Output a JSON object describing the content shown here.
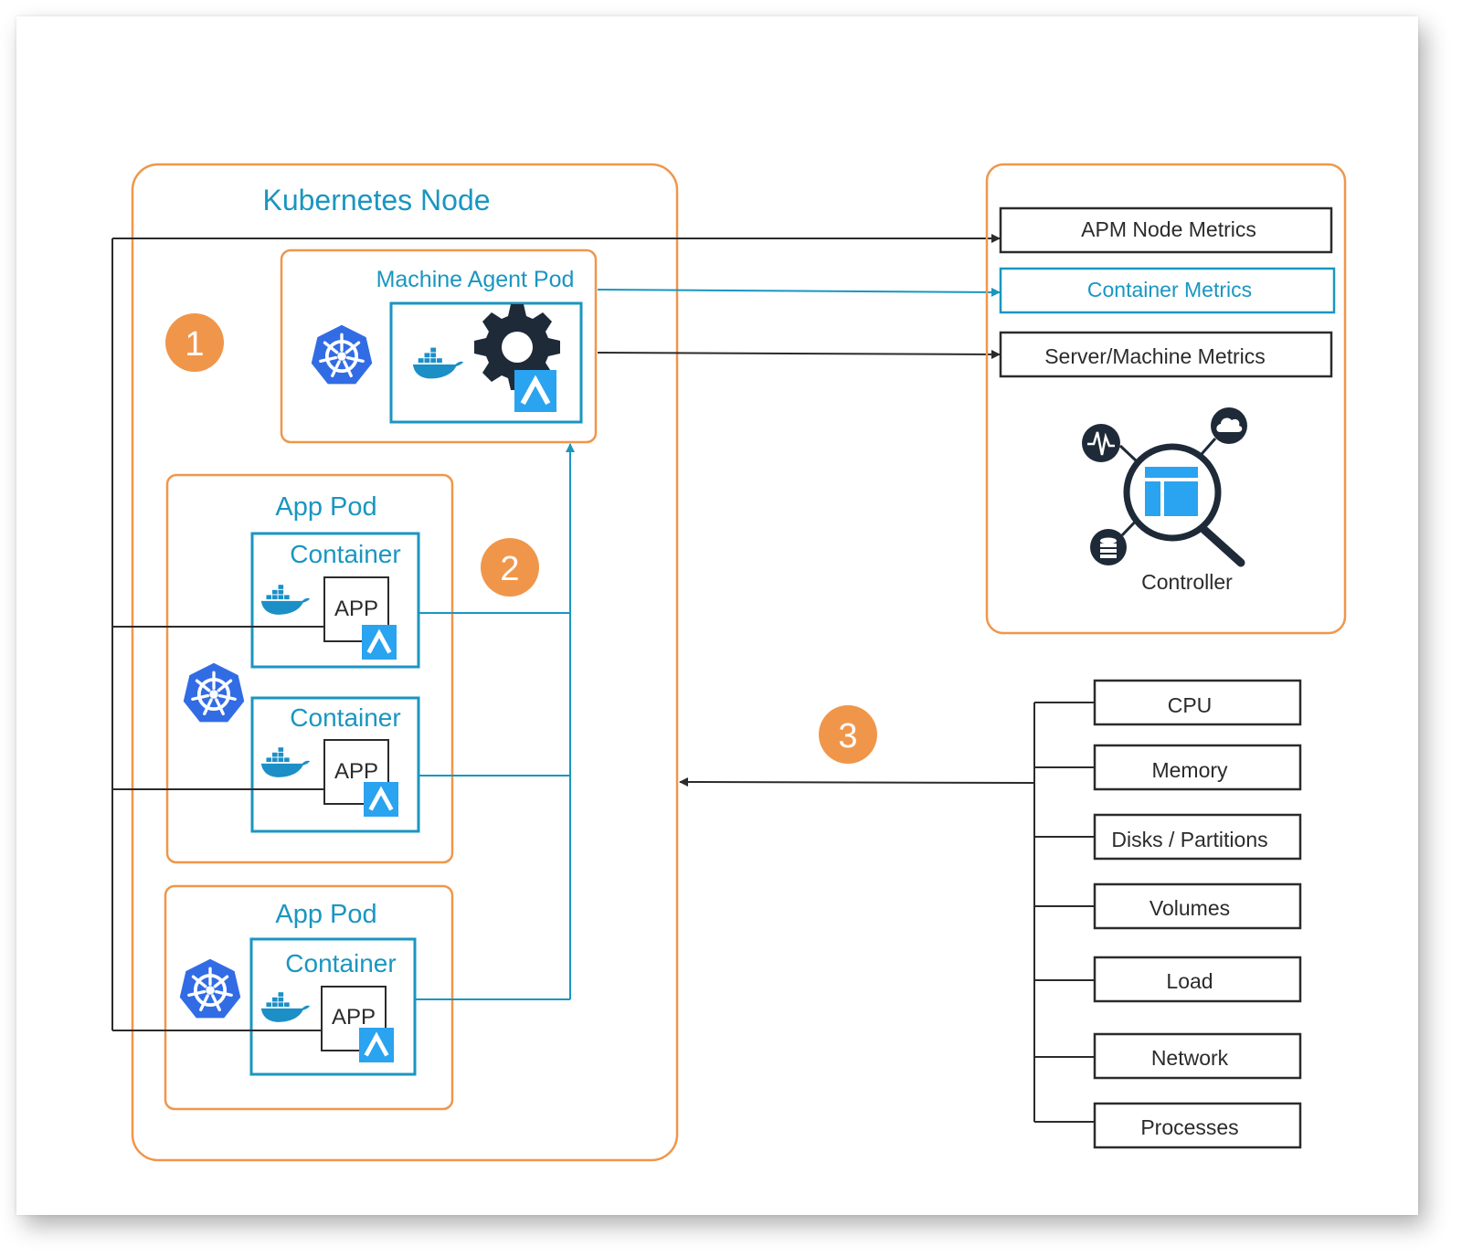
{
  "node": {
    "title": "Kubernetes Node"
  },
  "agent_pod": {
    "title": "Machine Agent Pod"
  },
  "app_pods": [
    {
      "title": "App Pod",
      "containers": [
        {
          "title": "Container",
          "app": "APP"
        },
        {
          "title": "Container",
          "app": "APP"
        }
      ]
    },
    {
      "title": "App Pod",
      "containers": [
        {
          "title": "Container",
          "app": "APP"
        }
      ]
    }
  ],
  "steps": [
    "1",
    "2",
    "3"
  ],
  "metrics": {
    "apm_node": "APM Node Metrics",
    "container": "Container Metrics",
    "server": "Server/Machine Metrics"
  },
  "controller": {
    "label": "Controller"
  },
  "resources": [
    "CPU",
    "Memory",
    "Disks / Partitions",
    "Volumes",
    "Load",
    "Network",
    "Processes"
  ],
  "colors": {
    "orange": "#f0964a",
    "teal": "#1a96c0",
    "dark": "#2b2b2b",
    "k8s_blue": "#326ce5",
    "appd_blue": "#2aa3f0",
    "docker_blue": "#1c8fc7"
  },
  "icons": {
    "kubernetes": "kubernetes-icon",
    "docker": "docker-icon",
    "appdynamics": "appdynamics-icon",
    "gear": "gear-icon",
    "controller": "controller-magnifier-icon"
  }
}
